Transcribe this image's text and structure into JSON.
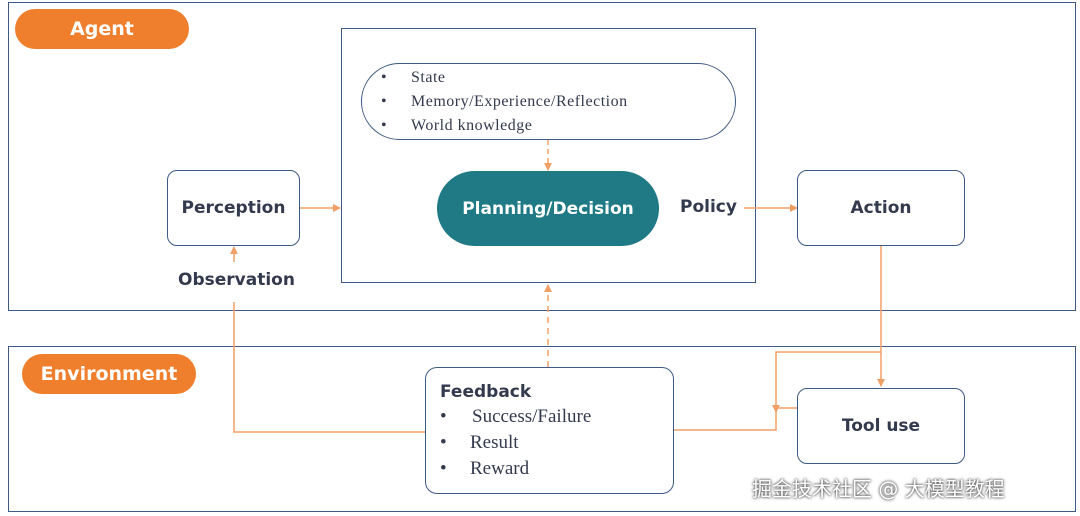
{
  "agent_label": "Agent",
  "environment_label": "Environment",
  "perception_label": "Perception",
  "observation_label": "Observation",
  "state_items": [
    "State",
    "Memory/Experience/Reflection",
    "World knowledge"
  ],
  "planning_label": "Planning/Decision",
  "policy_label": "Policy",
  "action_label": "Action",
  "feedback": {
    "title": "Feedback",
    "items": [
      "Success/Failure",
      "Result",
      "Reward"
    ]
  },
  "tool_use_label": "Tool use",
  "watermark": "掘金技术社区 @ 大模型教程",
  "colors": {
    "accent_orange": "#ef7f2d",
    "planning_teal": "#1f7a86",
    "border_blue": "#3d5a85",
    "text_dark": "#333a4d",
    "arrow_orange": "#f0a067"
  }
}
